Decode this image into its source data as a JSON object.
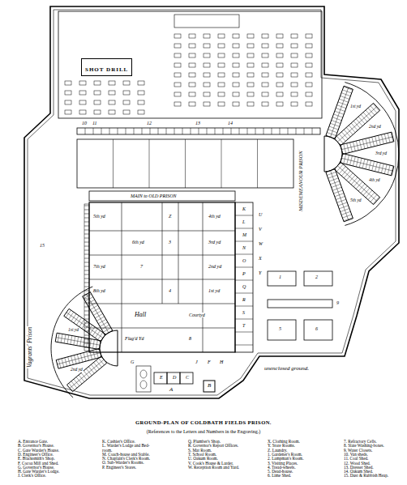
{
  "diagram": {
    "title": "GROUND-PLAN OF COLDBATH FIELDS PRISON.",
    "caption": "(References to the Letters and Numbers in the Engraving.)",
    "nodes": [
      {
        "text": [
          "SHOT DRILL"
        ]
      }
    ],
    "labels": [
      "MISDEMEANOUR PRISON",
      "MAIN to OLD PRISON",
      "Vagrants' Prison",
      "unenclosed ground.",
      "Hall",
      "Courtyd",
      "Flag'd Yd",
      "5th yd",
      "4th yd",
      "6th yd",
      "3rd yd",
      "7th yd",
      "2nd yd",
      "8th yd",
      "1st yd",
      "1st yd",
      "2nd yd",
      "3rd yd",
      "4th yd",
      "5th yd",
      "1st yd",
      "2nd yd",
      "A",
      "B",
      "C",
      "D",
      "E",
      "F",
      "G",
      "H",
      "J",
      "K",
      "L",
      "M",
      "N",
      "O",
      "P",
      "Q",
      "R",
      "S",
      "T",
      "U",
      "V",
      "W",
      "X",
      "Y",
      "Z",
      "1",
      "2",
      "3",
      "4",
      "5",
      "6",
      "7",
      "8",
      "9",
      "10",
      "11",
      "12",
      "13",
      "14",
      "15",
      "A. Entrance Gate.",
      "B. Governor's House.",
      "C. Gate Warder's House.",
      "D. Engineer's Office.",
      "E. Blacksmith's Shop.",
      "F. Cocoa Mill and Shed.",
      "G. Governor's House.",
      "H. Gate Warder's Lodge.",
      "J. Clerk's Office.",
      "K. Cashier's Office.",
      "L. Warder's Lodge and Bed-room.",
      "M. Coach-house and Stable.",
      "N. Chaplain's Clerk's Room.",
      "O. Sub-Warder's Rooms.",
      "P. Engineer's Stores.",
      "Q. Plumber's Shop.",
      "R. Governor's Report Offices.",
      "S. Mat Room.",
      "T. School Room.",
      "U. Oakum Room.",
      "V. Cook's House & Larder.",
      "W. Reception Room and Yard.",
      "X. Clothing Room.",
      "Y. Store Rooms.",
      "Z. Laundry.",
      "1. Gardener's Room.",
      "2. Lampman's Room.",
      "3. Visiting Places.",
      "4. Tread-wheels.",
      "5. Dead-house.",
      "6. Lime Shed.",
      "7. Refractory Cells.",
      "8. Slate Washing-boxes.",
      "9. Water Closets.",
      "10. Van sheds.",
      "11. Coal Shed.",
      "12. Wood Shed.",
      "13. Dresser Shed.",
      "14. Oakum Shed.",
      "15. Dust & Rubbish Heap."
    ]
  }
}
